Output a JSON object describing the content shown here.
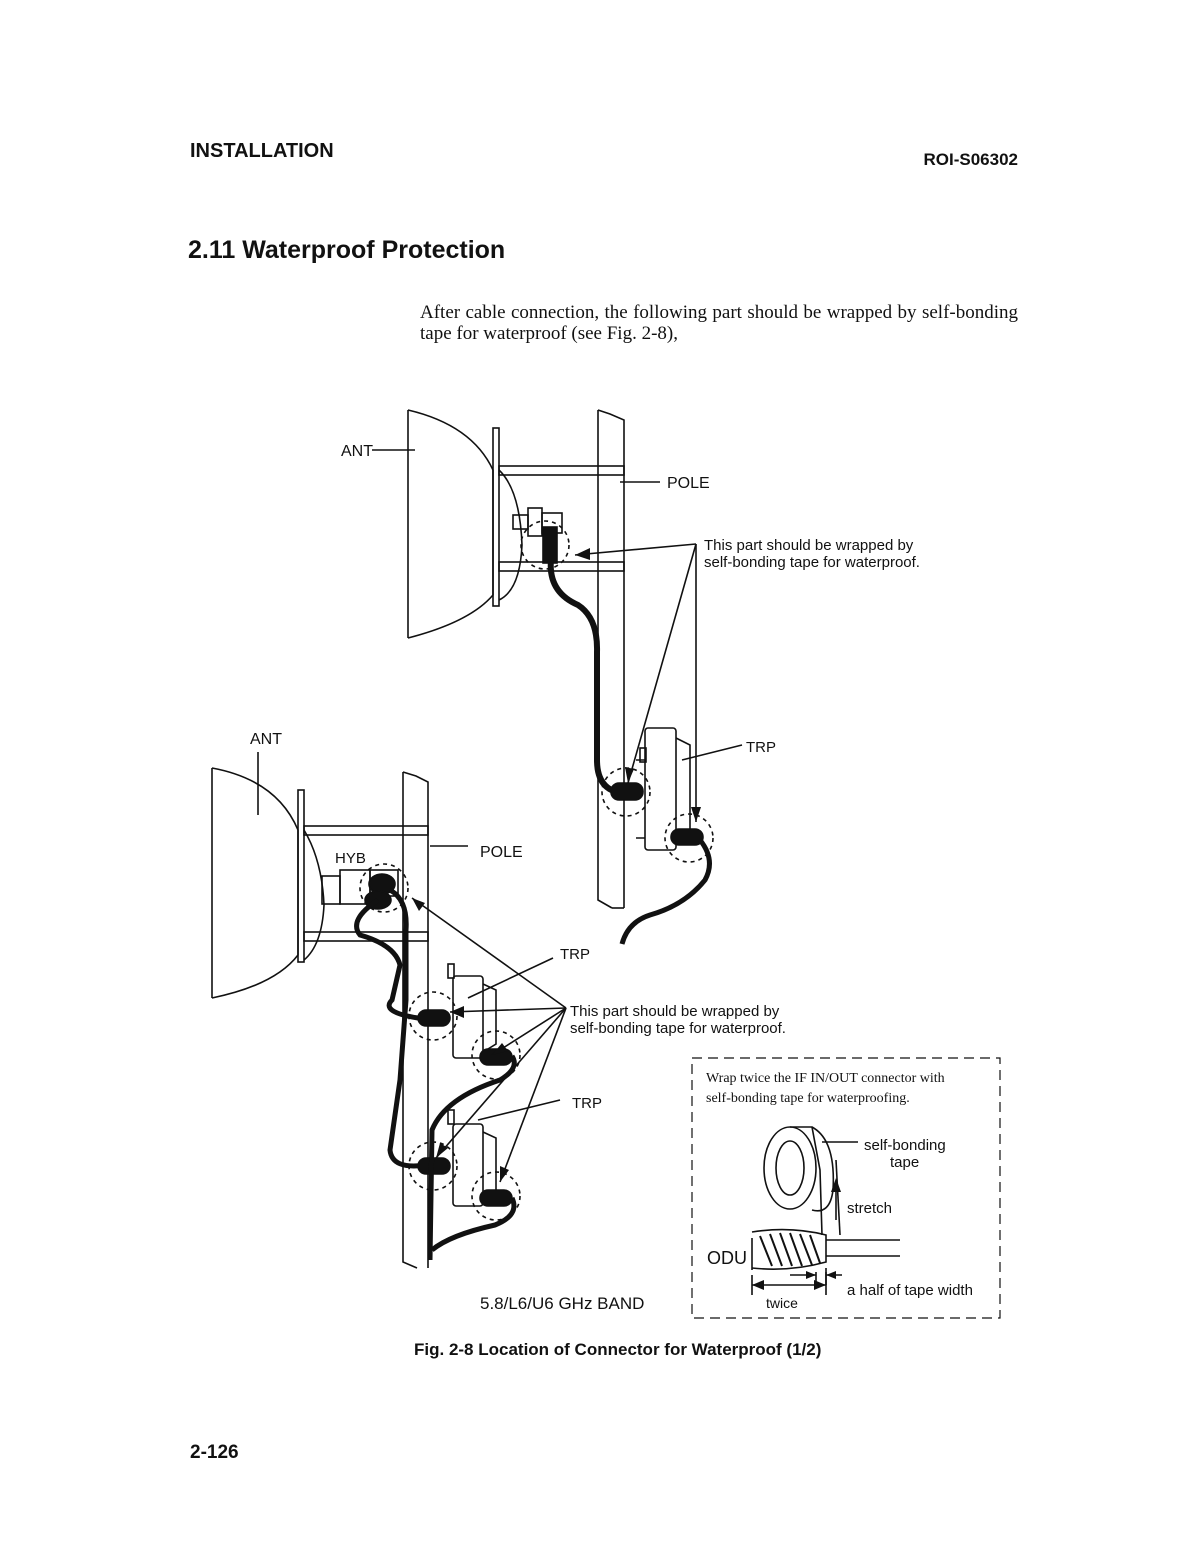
{
  "header": {
    "section": "INSTALLATION",
    "doc_id": "ROI-S06302"
  },
  "section_title": "2.11 Waterproof Protection",
  "intro_text": "After cable connection, the following part should be wrapped by self-bonding tape for waterproof (see Fig. 2-8),",
  "figure": {
    "top": {
      "ant_label": "ANT",
      "pole_label": "POLE",
      "callout_line1": "This part should be wrapped by",
      "callout_line2": "self-bonding tape for waterproof.",
      "trp_label": "TRP"
    },
    "bottom": {
      "ant_label": "ANT",
      "hyb_label": "HYB",
      "pole_label": "POLE",
      "trp_label_1": "TRP",
      "trp_label_2": "TRP",
      "callout_line1": "This part should be wrapped by",
      "callout_line2": "self-bonding tape for waterproof.",
      "band_label": "5.8/L6/U6 GHz BAND"
    },
    "inset": {
      "note_line1": "Wrap twice the IF IN/OUT connector with",
      "note_line2": "self-bonding tape for waterproofing.",
      "tape_label_line1": "self-bonding",
      "tape_label_line2": "tape",
      "stretch_label": "stretch",
      "odu_label": "ODU",
      "half_width_label": "a half of tape width",
      "twice_label": "twice"
    }
  },
  "caption": "Fig. 2-8  Location of Connector for Waterproof (1/2)",
  "page_number": "2-126"
}
